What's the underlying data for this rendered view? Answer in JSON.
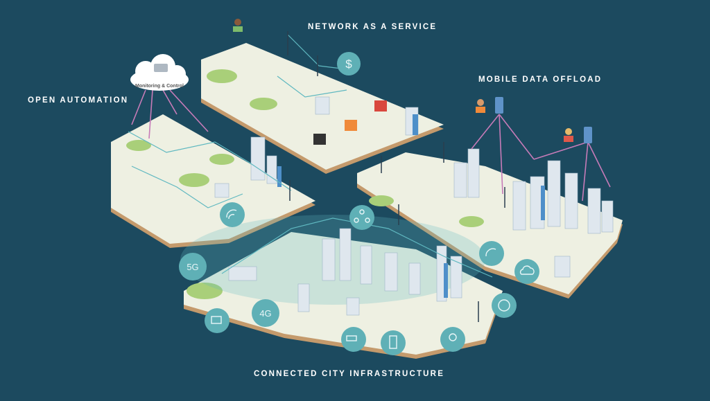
{
  "sections": {
    "naas": "NETWORK AS A SERVICE",
    "mobile": "MOBILE DATA OFFLOAD",
    "automation": "OPEN AUTOMATION",
    "city": "CONNECTED CITY INFRASTRUCTURE"
  },
  "cloud": {
    "label": "Monitoring & Control"
  },
  "badges": {
    "five_g": "5G",
    "four_g": "4G",
    "dollar": "$"
  },
  "colors": {
    "background": "#1c4a5f",
    "platform_top": "#eef0e2",
    "platform_edge": "#c49a6c",
    "badge": "#5fb0b6",
    "link_pink": "#c77bb8",
    "link_teal": "#5fb8c0"
  }
}
